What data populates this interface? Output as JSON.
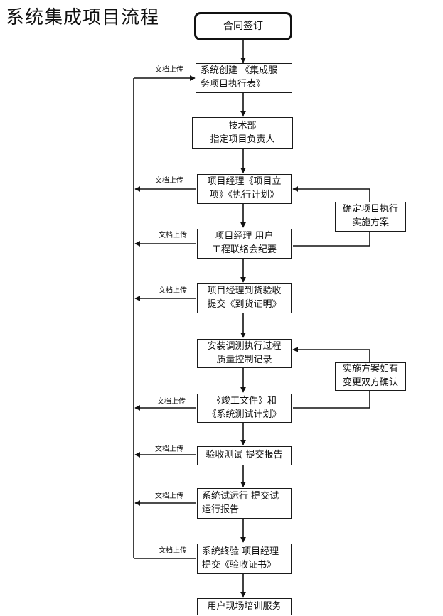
{
  "title": "系统集成项目流程",
  "upload_label": "文档上传",
  "steps": [
    {
      "id": "s0",
      "text": "合同签订"
    },
    {
      "id": "s1",
      "text": "系统创建 《集成服\n务项目执行表》"
    },
    {
      "id": "s2",
      "text": "技术部\n指定项目负责人"
    },
    {
      "id": "s3",
      "text": "项目经理《项目立\n项》《执行计划》"
    },
    {
      "id": "s4",
      "text": "项目经理 用户\n工程联络会纪要"
    },
    {
      "id": "s5",
      "text": "项目经理到货验收\n提交《到货证明》"
    },
    {
      "id": "s6",
      "text": "安装调测执行过程\n质量控制记录"
    },
    {
      "id": "s7",
      "text": "《竣工文件》和\n《系统测试计划》"
    },
    {
      "id": "s8",
      "text": "验收测试 提交报告"
    },
    {
      "id": "s9",
      "text": "系统试运行 提交试\n运行报告"
    },
    {
      "id": "s10",
      "text": "系统终验 项目经理\n提交《验收证书》"
    },
    {
      "id": "s11",
      "text": "用户现场培训服务"
    }
  ],
  "side_notes": [
    {
      "id": "n1",
      "text": "确定项目执行\n实施方案"
    },
    {
      "id": "n2",
      "text": "实施方案如有\n变更双方确认"
    }
  ]
}
